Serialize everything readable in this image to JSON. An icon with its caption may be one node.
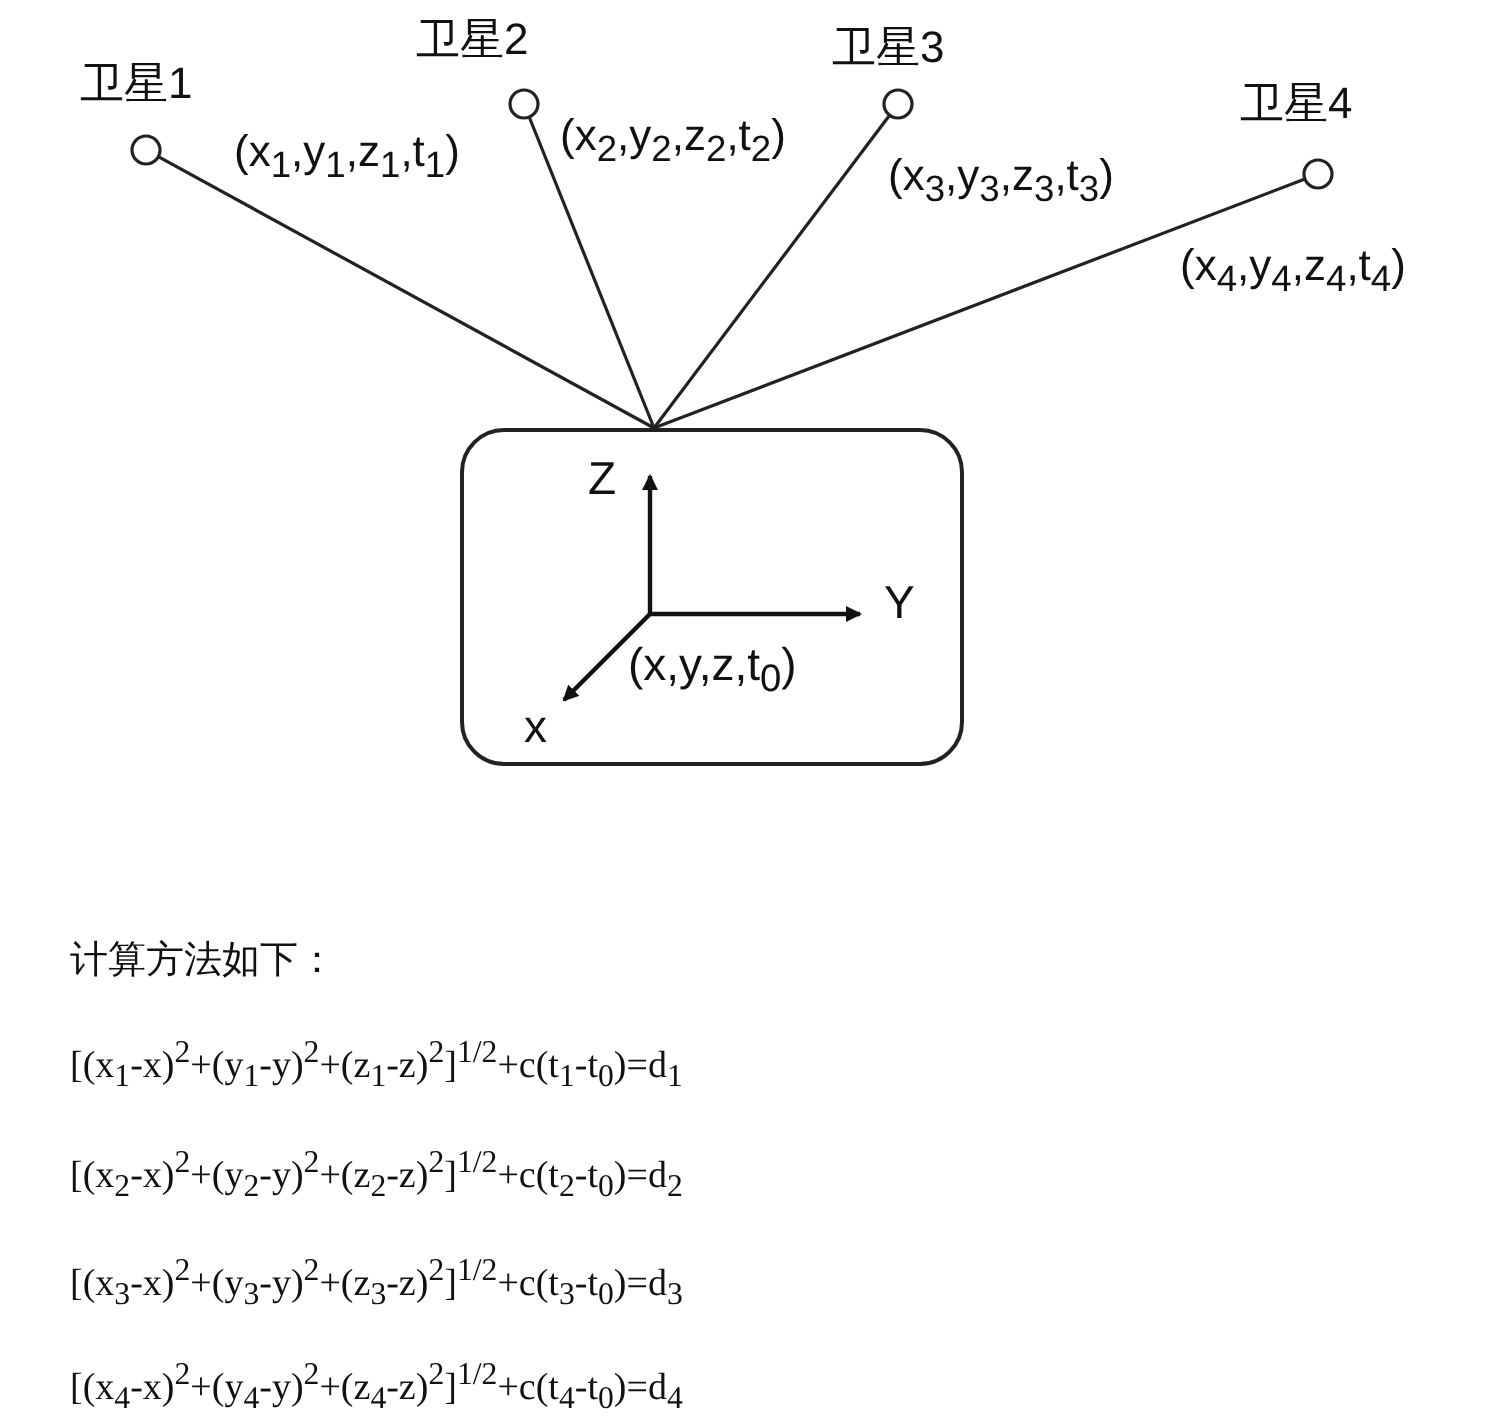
{
  "diagram": {
    "nodes": [
      {
        "text": [
          "卫星1"
        ],
        "beside": [
          "(x$_{1}$,y$_{1}$,z$_{1}$,t$_{1}$)"
        ]
      },
      {
        "text": [
          "卫星2"
        ],
        "beside": [
          "(x$_{2}$,y$_{2}$,z$_{2}$,t$_{2}$)"
        ]
      },
      {
        "text": [
          "卫星3"
        ],
        "beside": [
          "(x$_{3}$,y$_{3}$,z$_{3}$,t$_{3}$)"
        ]
      },
      {
        "text": [
          "卫星4"
        ],
        "beside": [
          "(x$_{4}$,y$_{4}$,z$_{4}$,t$_{4}$)"
        ]
      },
      {
        "text": [
          "(x,y,z,t$_{0}$)"
        ]
      }
    ],
    "edges": [
      {
        "from": 0,
        "to": 4,
        "arrow": "none"
      },
      {
        "from": 1,
        "to": 4,
        "arrow": "none"
      },
      {
        "from": 2,
        "to": 4,
        "arrow": "none"
      },
      {
        "from": 3,
        "to": 4,
        "arrow": "none"
      }
    ],
    "labels": [
      "Z",
      "Y",
      "x",
      "计算方法如下：",
      "[(x$_{1}$-x)$^{2}$+(y$_{1}$-y)$^{2}$+(z$_{1}$-z)$^{2}$]$^{1/2}$+c(t$_{1}$-t$_{0}$)=d$_{1}$",
      "[(x$_{2}$-x)$^{2}$+(y$_{2}$-y)$^{2}$+(z$_{2}$-z)$^{2}$]$^{1/2}$+c(t$_{2}$-t$_{0}$)=d$_{2}$",
      "[(x$_{3}$-x)$^{2}$+(y$_{3}$-y)$^{2}$+(z$_{3}$-z)$^{2}$]$^{1/2}$+c(t$_{3}$-t$_{0}$)=d$_{3}$",
      "[(x$_{4}$-x)$^{2}$+(y$_{4}$-y)$^{2}$+(z$_{4}$-z)$^{2}$]$^{1/2}$+c(t$_{4}$-t$_{0}$)=d$_{4}$"
    ]
  }
}
